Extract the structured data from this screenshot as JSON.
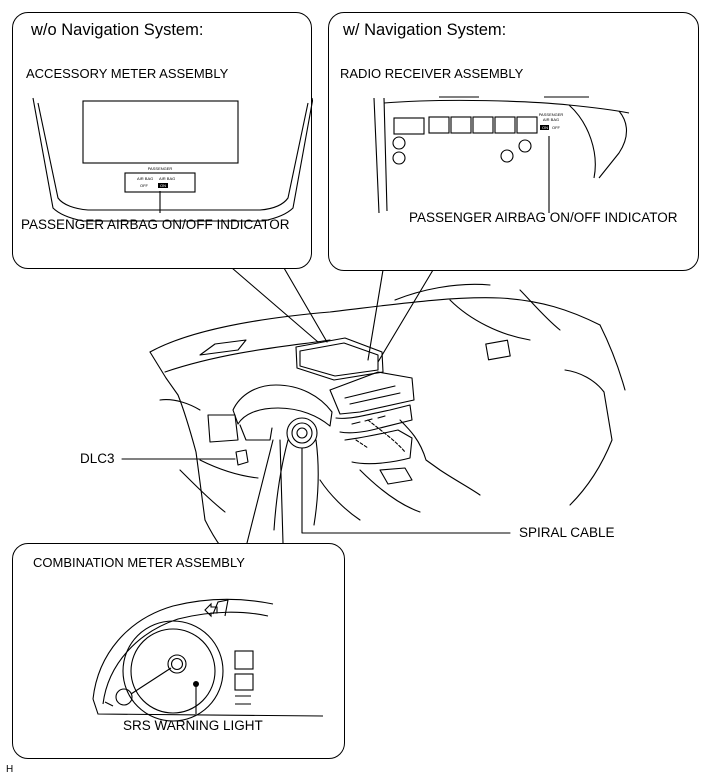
{
  "panels": {
    "wo_nav": {
      "title": "w/o Navigation System:",
      "subtitle": "ACCESSORY METER ASSEMBLY",
      "indicator_label": "PASSENGER AIRBAG ON/OFF INDICATOR",
      "mini_text": {
        "line1": "PASSENGER",
        "line2a": "AIR BAG",
        "line2b": "AIR BAG",
        "line3a": "OFF",
        "line3b": "ON"
      }
    },
    "w_nav": {
      "title": "w/ Navigation System:",
      "subtitle": "RADIO RECEIVER ASSEMBLY",
      "indicator_label": "PASSENGER AIRBAG ON/OFF INDICATOR",
      "mini_text": {
        "line1": "PASSENGER",
        "line2": "AIR BAG",
        "line3a": "ON",
        "line3b": "OFF"
      }
    },
    "combination": {
      "title": "COMBINATION METER ASSEMBLY",
      "warning_label": "SRS WARNING LIGHT"
    }
  },
  "callouts": {
    "dlc3": "DLC3",
    "spiral_cable": "SPIRAL CABLE"
  },
  "figure_code": "H"
}
